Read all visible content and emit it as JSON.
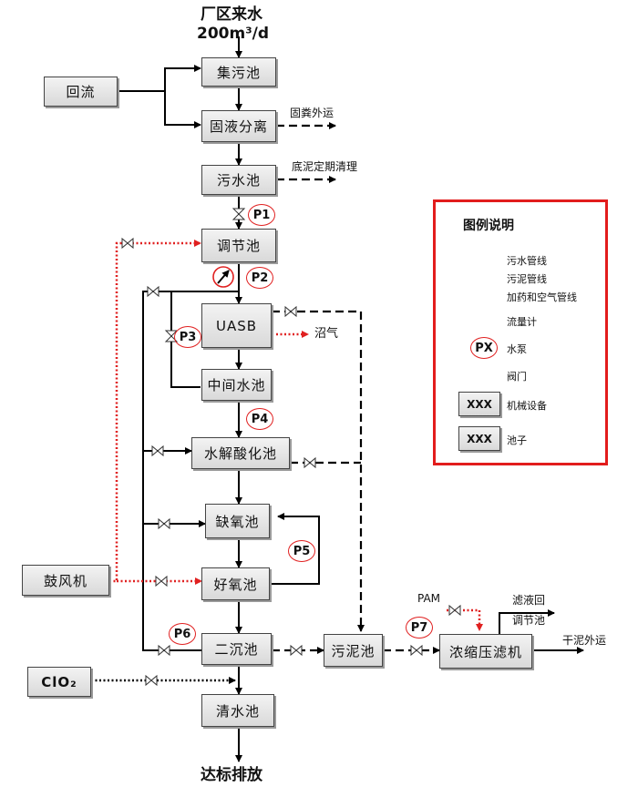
{
  "source": {
    "title": "厂区来水",
    "flow": "200m³/d"
  },
  "units": {
    "return_flow": "回流",
    "collection_tank": "集污池",
    "solid_liquid_separation": "固液分离",
    "sewage_tank": "污水池",
    "equalization_tank": "调节池",
    "uasb": "UASB",
    "intermediate_tank": "中间水池",
    "hydrolysis_tank": "水解酸化池",
    "anoxic_tank": "缺氧池",
    "aerobic_tank": "好氧池",
    "secondary_clarifier": "二沉池",
    "clear_water_tank": "清水池",
    "sludge_tank": "污泥池",
    "filter_press": "浓缩压滤机",
    "blower": "鼓风机",
    "clo2": "ClO₂"
  },
  "labels": {
    "manure_out": "固粪外运",
    "bottom_sludge": "底泥定期清理",
    "biogas": "沼气",
    "pam": "PAM",
    "filtrate_line1": "滤液回",
    "filtrate_line2": "调节池",
    "dry_sludge": "干泥外运",
    "discharge": "达标排放"
  },
  "pumps": {
    "p1": "P1",
    "p2": "P2",
    "p3": "P3",
    "p4": "P4",
    "p5": "P5",
    "p6": "P6",
    "p7": "P7"
  },
  "legend": {
    "title": "图例说明",
    "sewage_line": "污水管线",
    "sludge_line": "污泥管线",
    "dosing_air_line": "加药和空气管线",
    "flow_meter": "流量计",
    "pump_symbol": "PX",
    "pump": "水泵",
    "valve": "阀门",
    "placeholder": "XXX",
    "equipment": "机械设备",
    "tank": "池子"
  },
  "colors": {
    "red_line": "#e02020",
    "legend_border": "#e21c1c",
    "line": "#000000"
  }
}
